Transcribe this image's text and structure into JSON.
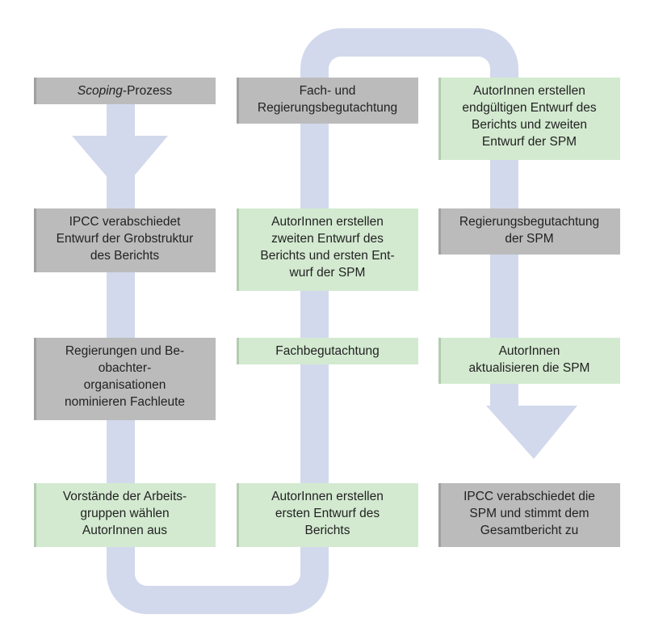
{
  "colors": {
    "flow": "#d2d9ec",
    "green_box": "#d3ead0",
    "gray_box": "#bcbbbc"
  },
  "steps": [
    {
      "id": "s1",
      "style": "gray",
      "lines": [
        "Scoping-Prozess"
      ],
      "italic_prefix": "Scoping",
      "suffix": "-Prozess"
    },
    {
      "id": "s2",
      "style": "gray",
      "lines": [
        "IPCC verabschiedet",
        "Entwurf der Grobstruktur",
        "des Berichts"
      ]
    },
    {
      "id": "s3",
      "style": "gray",
      "lines": [
        "Regierungen und Be-",
        "obachter-",
        "organisationen",
        "nominieren Fachleute"
      ]
    },
    {
      "id": "s4",
      "style": "green",
      "lines": [
        "Vorstände der Arbeits-",
        "gruppen wählen",
        "AutorInnen aus"
      ]
    },
    {
      "id": "s5",
      "style": "green",
      "lines": [
        "AutorInnen erstellen",
        "ersten Entwurf des",
        "Berichts"
      ]
    },
    {
      "id": "s6",
      "style": "green",
      "lines": [
        "Fachbegutachtung"
      ]
    },
    {
      "id": "s7",
      "style": "green",
      "lines": [
        "AutorInnen erstellen",
        "zweiten Entwurf des",
        "Berichts und ersten Ent-",
        "wurf der SPM"
      ]
    },
    {
      "id": "s8",
      "style": "gray",
      "lines": [
        "Fach- und",
        "Regierungsbegutachtung"
      ]
    },
    {
      "id": "s9",
      "style": "green",
      "lines": [
        "AutorInnen erstellen",
        "endgültigen Entwurf des",
        "Berichts und zweiten",
        "Entwurf der SPM"
      ]
    },
    {
      "id": "s10",
      "style": "gray",
      "lines": [
        "Regierungsbegutachtung",
        "der SPM"
      ]
    },
    {
      "id": "s11",
      "style": "green",
      "lines": [
        "AutorInnen",
        "aktualisieren die SPM"
      ]
    },
    {
      "id": "s12",
      "style": "gray",
      "lines": [
        "IPCC verabschiedet die",
        "SPM und stimmt dem",
        "Gesamtbericht zu"
      ]
    }
  ]
}
